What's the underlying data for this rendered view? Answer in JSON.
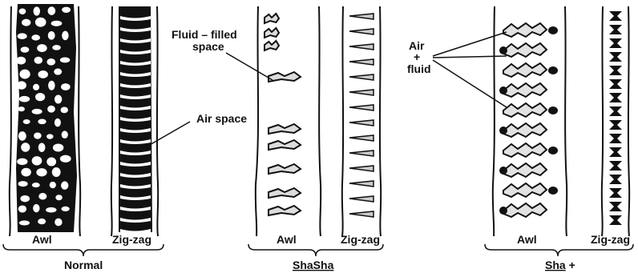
{
  "figure": {
    "groups": [
      {
        "id": "normal",
        "name": "Normal",
        "underline": false,
        "hairs": [
          {
            "label": "Awl"
          },
          {
            "label": "Zig-zag"
          }
        ]
      },
      {
        "id": "shasha",
        "name": "ShaSha",
        "underline": true,
        "hairs": [
          {
            "label": "Awl"
          },
          {
            "label": "Zig-zag"
          }
        ]
      },
      {
        "id": "shaplus",
        "name_underlined": "Sha",
        "name_suffix": " +",
        "hairs": [
          {
            "label": "Awl"
          },
          {
            "label": "Zig-zag"
          }
        ]
      }
    ],
    "annotations": {
      "air_space": "Air space",
      "fluid_filled_line1": "Fluid – filled",
      "fluid_filled_line2": "space",
      "air_fluid_line1": "Air",
      "air_fluid_line2": "+",
      "air_fluid_line3": "fluid"
    }
  }
}
